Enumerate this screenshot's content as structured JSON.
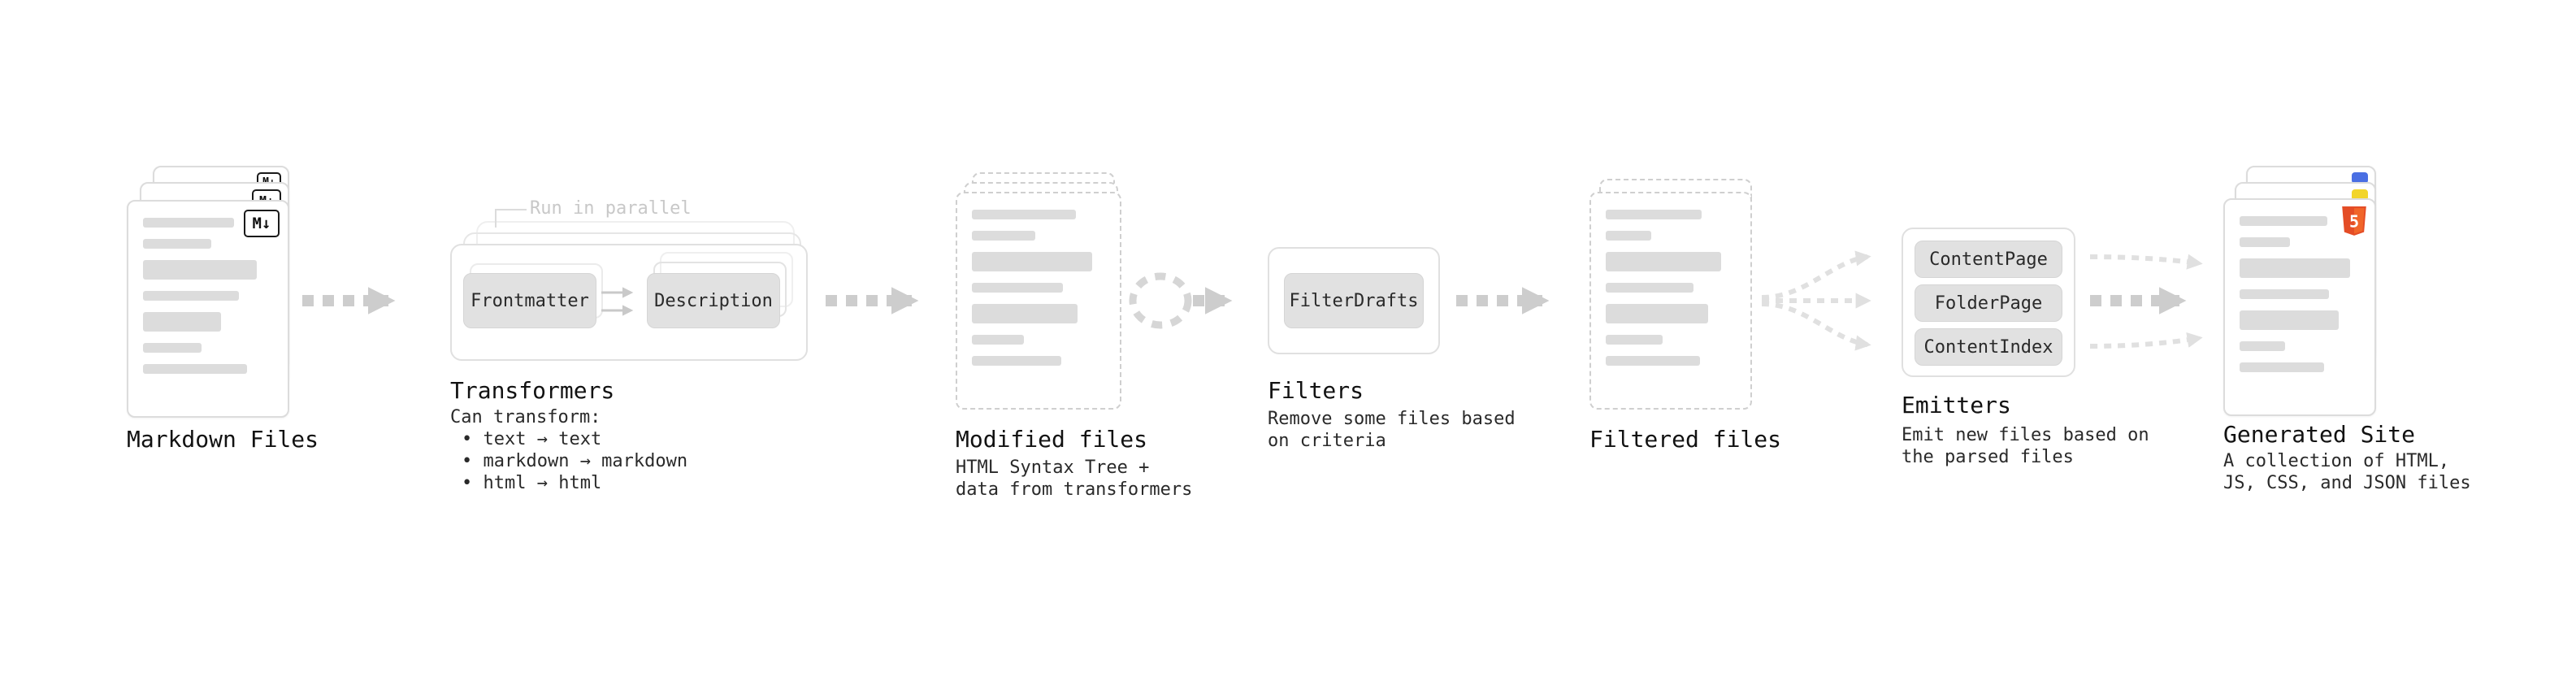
{
  "colors": {
    "background": "#ffffff",
    "arrow": "#cdcdcd",
    "arrow_light": "#e0e0e0",
    "card_border": "#dcdcdc",
    "content_line": "#dcdcdc",
    "chip_bg": "#e1e1e1",
    "text": "#141414",
    "muted_text": "#c8c8c8",
    "html5_orange": "#e44d26",
    "js_yellow": "#f2d52b",
    "css_blue": "#4a6fe3"
  },
  "markdown_files": {
    "title": "Markdown Files",
    "icon_label": "M↓"
  },
  "transformers": {
    "annotation": "Run in parallel",
    "steps": [
      "Frontmatter",
      "Description"
    ],
    "title": "Transformers",
    "desc_heading": "Can transform:",
    "bullets": [
      "• text → text",
      "• markdown → markdown",
      "• html → html"
    ]
  },
  "modified_files": {
    "title": "Modified files",
    "desc": [
      "HTML Syntax Tree +",
      "data from transformers"
    ]
  },
  "filters": {
    "steps": [
      "FilterDrafts"
    ],
    "title": "Filters",
    "desc": [
      "Remove some files based",
      "on criteria"
    ]
  },
  "filtered_files": {
    "title": "Filtered files"
  },
  "emitters": {
    "steps": [
      "ContentPage",
      "FolderPage",
      "ContentIndex"
    ],
    "title": "Emitters",
    "desc": [
      "Emit new files based on",
      "the parsed files"
    ]
  },
  "generated_site": {
    "title": "Generated Site",
    "desc": [
      "A collection of HTML,",
      "JS, CSS, and JSON files"
    ],
    "html5_label": "5"
  }
}
